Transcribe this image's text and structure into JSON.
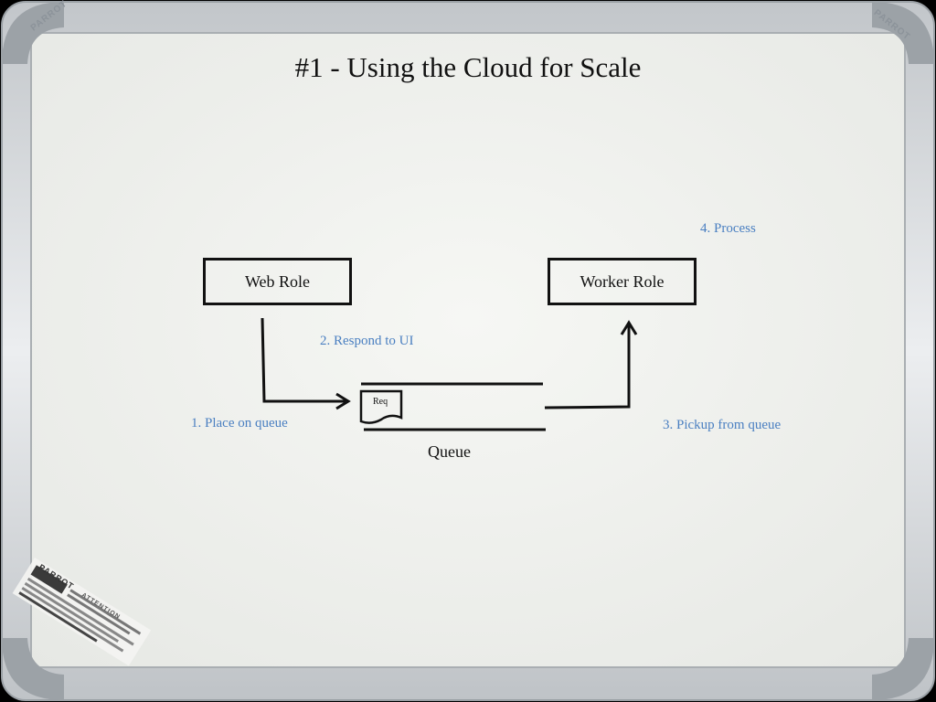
{
  "slide": {
    "title": "#1 - Using the Cloud for Scale"
  },
  "diagram": {
    "web_role": "Web Role",
    "worker_role": "Worker Role",
    "queue": "Queue",
    "req": "Req",
    "steps": {
      "place": "1. Place on queue",
      "respond": "2. Respond to UI",
      "pickup": "3. Pickup from queue",
      "process": "4. Process"
    }
  },
  "whiteboard": {
    "brand": "PARROT",
    "label_heading": "PARROT",
    "label_sub": "ATTENTION"
  },
  "colors": {
    "board": "#eef0ec",
    "frame": "#c9cdd0",
    "ink": "#111111",
    "annotation": "#4a7fc1"
  }
}
